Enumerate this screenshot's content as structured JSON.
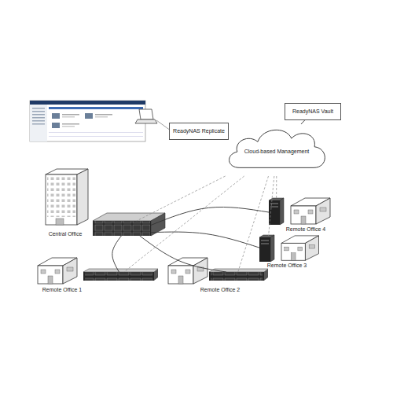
{
  "diagram": {
    "nodes": [
      {
        "text": [
          "ReadyNAS Replicate"
        ]
      },
      {
        "text": [
          "ReadyNAS Vault"
        ]
      },
      {
        "text": [
          "Cloud-based Management"
        ]
      },
      {
        "text": [
          "Central Office"
        ]
      },
      {
        "text": [
          "Remote Office 4"
        ]
      },
      {
        "text": [
          "Remote Office 3"
        ]
      },
      {
        "text": [
          "Remote Office 1"
        ]
      },
      {
        "text": [
          "Remote Office 2"
        ]
      }
    ],
    "edges": [
      {
        "from": 2,
        "to": 3,
        "arrow": "none"
      },
      {
        "from": 2,
        "to": 4,
        "arrow": "none"
      },
      {
        "from": 2,
        "to": 5,
        "arrow": "none"
      },
      {
        "from": 2,
        "to": 6,
        "arrow": "none"
      },
      {
        "from": 2,
        "to": 7,
        "arrow": "none"
      },
      {
        "from": 3,
        "to": 4,
        "arrow": "none"
      },
      {
        "from": 3,
        "to": 5,
        "arrow": "none"
      },
      {
        "from": 3,
        "to": 6,
        "arrow": "none"
      },
      {
        "from": 3,
        "to": 7,
        "arrow": "none"
      },
      {
        "from": 1,
        "to": 2,
        "arrow": "none"
      },
      {
        "from": 0,
        "to": 2,
        "arrow": "none"
      }
    ]
  }
}
